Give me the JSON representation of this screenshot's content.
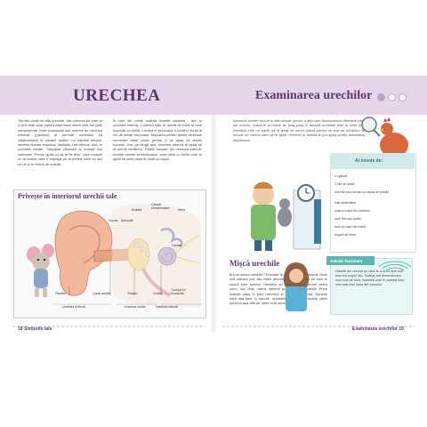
{
  "header": {
    "left_title": "URECHEA",
    "right_title": "Examinarea urechilor"
  },
  "left_page": {
    "col1": "Toți știu unde se află urechile, dar urechea pe care tu o vezi este doar partea exterioară dintre cele trei părți componente. Este cunoscută sub numele de urechea externă (pavilion) și permite sunetului să călătorească în canalul auditiv. La capătul tubului, sunetul lovește timpanul, făcându-l să vibreze. Aici, în urechea medie, Timpanul vibrează și lovește trei osicioare. Primul ajută ca să le fie bine, care lovește un al doilea, care îl împinge pe al treilea, care va lovi cu un și în formă de scăriță.",
    "col2": "În cele din urmă, scărița lovește cohleea - aici în urechea internă. Cohleea este în formă de melc și este umplută cu lichid. Lovituri le provoacă o undă în lichid și mii de celule nervoase. Mișcarea pentru trimite semnale nervoase către creier pentru a ne ajuta să auzim sunetul. Dar, pe lângă auz, urechea internă te ajută să îți menții echilibrul. Părțile buclate din urechea internă, numite canale semicirculare, sunt pline cu lichid care te ajută să simți când te miști cu capul.",
    "diagram_title": "Privește în interiorul urechii tale",
    "labels": {
      "scarita": "Scăriță",
      "canale": "Canale semicirculare",
      "nervi": "Nervi",
      "ciocan": "Ciocan",
      "nicovala": "Nicovală",
      "cohlee": "Cohlee",
      "pavilion": "Pavilion",
      "canal_auditiv": "Canal auditiv",
      "timpan": "Timpan",
      "trompa": "Trompa lui Eustachio",
      "externa": "Urechea externă",
      "medie": "Urechea medie",
      "interna": "Urechea internă"
    },
    "footer": "18  Simțurile tale"
  },
  "right_page": {
    "intro": "Încearcă aceste trucuri și alte simple pentru a afla cum funcționează diferitele părți ale urechii. Joacă-te cu bilele de ping-pong și ascultă sunetele bilei în cutie (dar întreabă întâi un adult) să îți alegi un sunet plăcut pentru un test de echilibru. Ai nevoie de cineva care să te ajute. Prietenii și familia te pot ajuta pentru activitatea timpanului!",
    "balance_title": "Mișcă urechile",
    "balance_text": "Îți poți mișca urechile? Privește-te în oglindă și încearcă. Doar unii oameni pot, dar multe animale au urechi mari pe care le mișcă spre sunete. Oamenii au mușchi care permit acest lucru, dar doar câțiva oameni pot să îi folosească. Pune mâinile căuș în jurul urechilor și ascultă diferența. Sunetul intră mai bine în ureche. Animalele își întorc urechile către sunet și așa află de unde vine sunetul.",
    "needs_title": "Ai nevoie de:",
    "needs": [
      "o oglindă",
      "2 bile de sticlă",
      "cea mic sau borcan cu capac de plastic",
      "folie alimentară",
      "castron mare din porțelan",
      "sare fină sau zahăr",
      "lacă de capri din metal",
      "lingură de lemn"
    ],
    "fact_title": "Adevăr fascinant",
    "fact_text": "Oasele din ureche pe care le ai sunt cele mai mici din corpul tău. Scărița are dimensiunea unui bob de orez. Acestea sunt în același timp cele mai mici oase ale corpului.",
    "footer": "Examinarea urechilor  19"
  },
  "colors": {
    "band": "#e6d5eb",
    "title": "#5a3a6b",
    "teal": "#5bb8b0"
  }
}
